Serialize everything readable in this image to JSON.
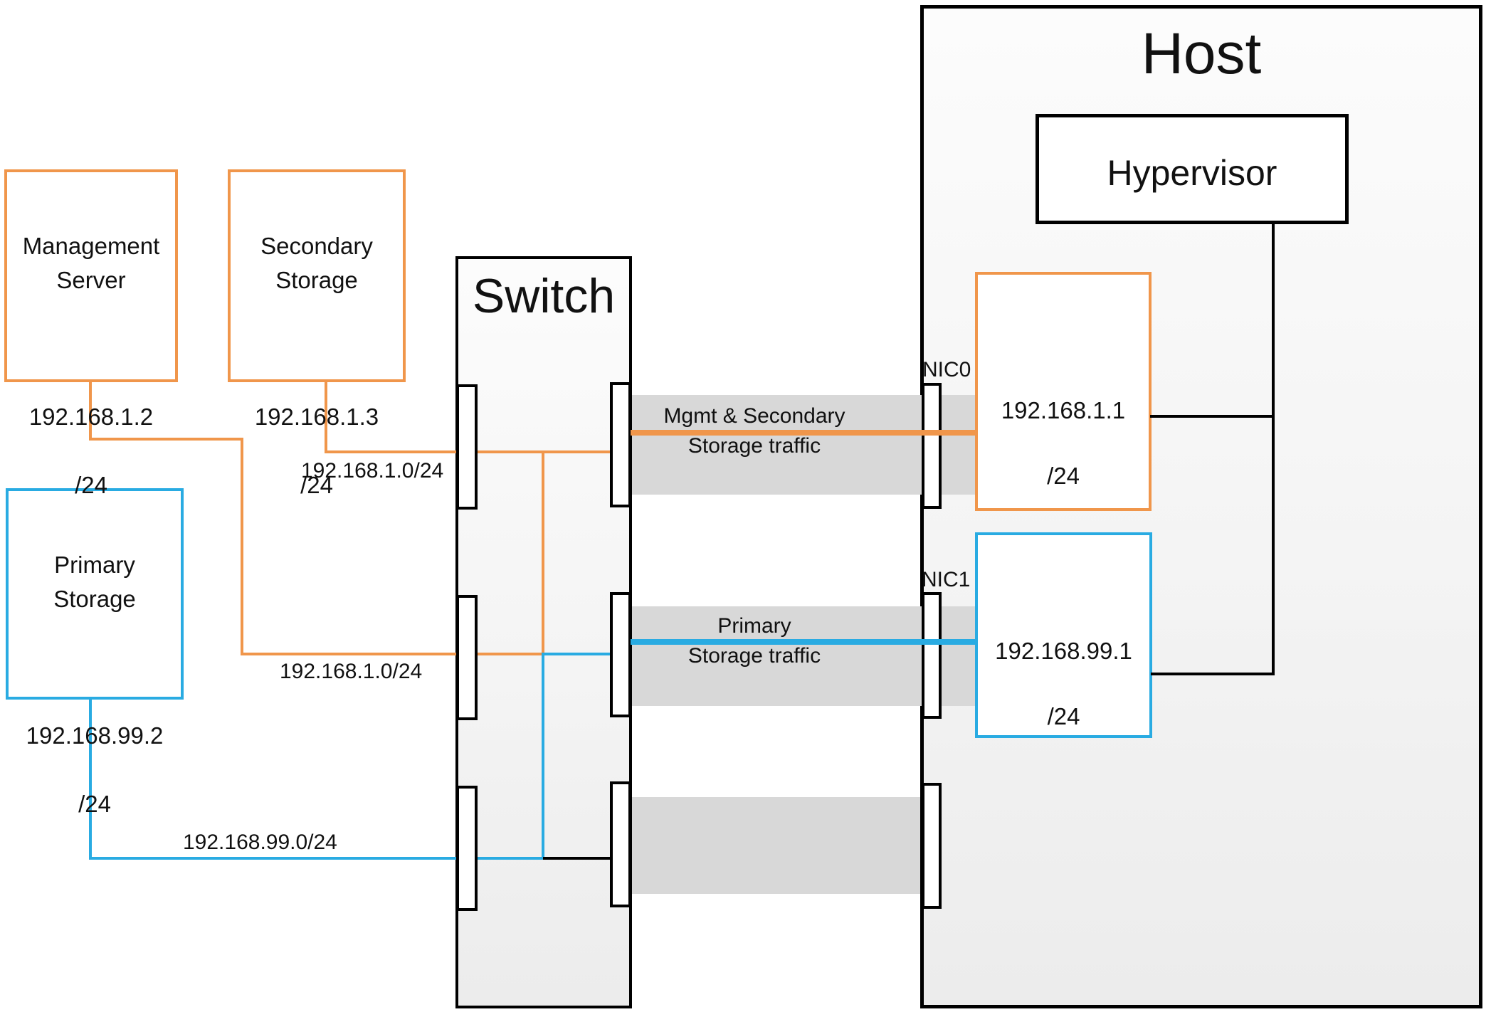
{
  "nodes": {
    "management_server": {
      "name": "Management\nServer",
      "ip": "192.168.1.2",
      "mask": "/24"
    },
    "secondary_storage": {
      "name": "Secondary\nStorage",
      "ip": "192.168.1.3",
      "mask": "/24"
    },
    "primary_storage": {
      "name": "Primary\nStorage",
      "ip": "192.168.99.2",
      "mask": "/24"
    },
    "switch": {
      "label": "Switch"
    },
    "host": {
      "label": "Host"
    },
    "hypervisor": {
      "label": "Hypervisor"
    },
    "nic0": {
      "label": "NIC0",
      "ip": "192.168.1.1",
      "mask": "/24"
    },
    "nic1": {
      "label": "NIC1",
      "ip": "192.168.99.1",
      "mask": "/24"
    }
  },
  "links": {
    "secondary_subnet_label": "192.168.1.0/24",
    "management_subnet_label": "192.168.1.0/24",
    "primary_subnet_label": "192.168.99.0/24",
    "mgmt_traffic": "Mgmt & Secondary\nStorage traffic",
    "primary_traffic": "Primary\nStorage traffic"
  },
  "colors": {
    "orange": "#F0964B",
    "blue": "#29ABE2",
    "band": "#D8D8D8",
    "line_black": "#000000"
  }
}
